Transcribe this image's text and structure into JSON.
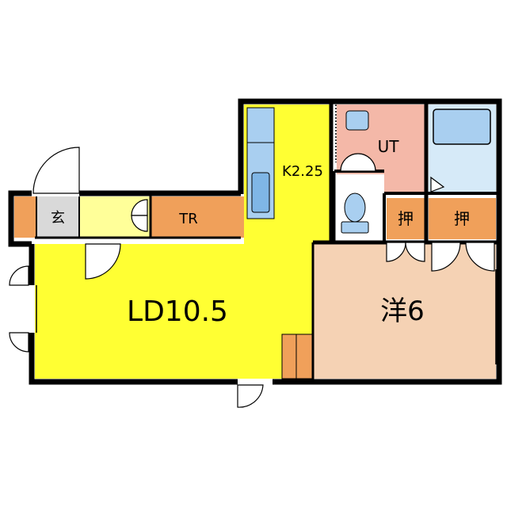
{
  "rooms": {
    "ld": {
      "label": "LD10.5",
      "color": "#ffff33"
    },
    "kitchen": {
      "label": "K2.25",
      "color": "#ffff33"
    },
    "ut": {
      "label": "UT",
      "color": "#f4b8a8"
    },
    "bedroom": {
      "label": "洋6",
      "color": "#f5d2b4"
    },
    "entrance": {
      "label": "玄",
      "color": "#d9d9d9"
    },
    "hall": {
      "label": "",
      "color": "#ffff99"
    },
    "tr": {
      "label": "TR",
      "color": "#f0a05a"
    },
    "closet1": {
      "label": "押",
      "color": "#f0a05a"
    },
    "closet2": {
      "label": "押",
      "color": "#f0a05a"
    },
    "bath": {
      "label": "",
      "color": "#d6eaf8"
    },
    "toilet": {
      "label": "",
      "color": "#ffffff"
    }
  },
  "colors": {
    "wall": "#000000",
    "fixture": "#a9cff0",
    "stairs": "#f0a05a"
  },
  "icons": [
    "door-swing-icon",
    "sink-icon",
    "toilet-icon",
    "bathtub-icon",
    "stove-icon",
    "window-icon"
  ]
}
